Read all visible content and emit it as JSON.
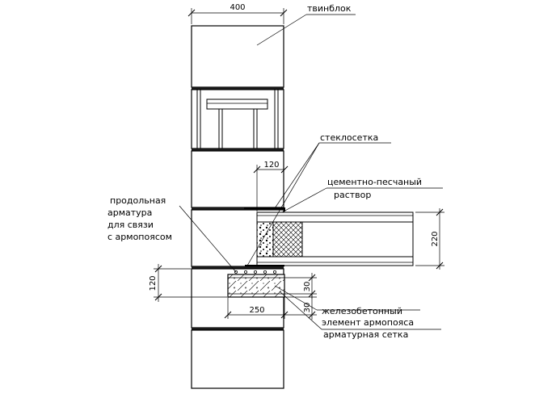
{
  "labels": {
    "twinblock": "твинблок",
    "fiberglass_mesh": "стеклосетка",
    "mortar_line1": "цементно-песчаный",
    "mortar_line2": "раствор",
    "rebar_line1": "продольная",
    "rebar_line2": "арматура",
    "rebar_line3": "для связи",
    "rebar_line4": "с армопоясом",
    "beam_line1": "железобетонный",
    "beam_line2": "элемент армопояса",
    "mesh": "арматурная сетка"
  },
  "dimensions": {
    "width_top": "400",
    "depth_120": "120",
    "slab_220": "220",
    "beam_height_120": "120",
    "width_250": "250",
    "cover_30a": "30",
    "cover_30b": "30"
  }
}
